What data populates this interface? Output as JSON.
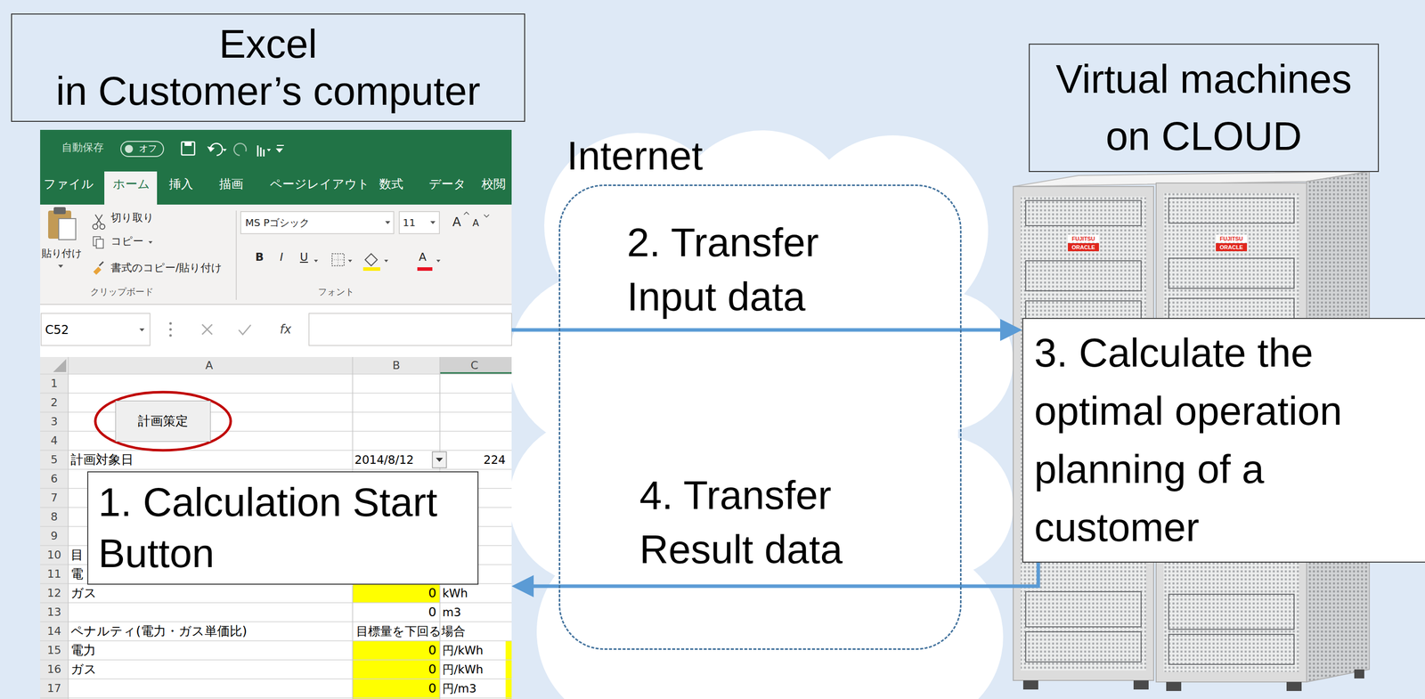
{
  "diagram": {
    "nodes": [
      {
        "text": [
          "Excel in Customer’s computer"
        ]
      },
      {
        "text": [
          "自動保存",
          "オフ",
          "ファイル",
          "ホーム",
          "挿入",
          "描画",
          "ページレイアウト",
          "数式",
          "データ",
          "校閲",
          "切り取り",
          "コピー",
          "貼り付け",
          "書式のコピー/貼り付け",
          "MS Pゴシック",
          "11",
          "A",
          "A",
          "B",
          "I",
          "U",
          "A",
          "クリップボード",
          "フォント",
          "C52",
          "fx",
          "A",
          "B",
          "C",
          "1",
          "2",
          "3",
          "4",
          "5",
          "6",
          "7",
          "8",
          "9",
          "10",
          "11",
          "12",
          "13",
          "14",
          "15",
          "16",
          "17",
          "計画対象日",
          "2014/8/12",
          "224",
          "目",
          "電",
          "ガス",
          "0",
          "kWh",
          "0",
          "m3",
          "ペナルティ(電力・ガス単価比)",
          "目標量を下回る場合",
          "電力",
          "0",
          "円/kWh",
          "ガス",
          "0",
          "円/kWh",
          "0",
          "円/m3"
        ]
      },
      {
        "text": [
          "計画策定"
        ],
        "in": 1
      },
      {
        "text": [
          "1. Calculation Start Button"
        ],
        "in": 1
      },
      {
        "text": [
          "Internet"
        ]
      },
      {
        "text": [
          "Virtual machines on CLOUD"
        ]
      },
      {
        "text": [
          "3. Calculate the optimal operation planning of a customer"
        ]
      }
    ],
    "edges": [
      {
        "from": 1,
        "to": 6,
        "label": "2. Transfer Input data",
        "arrow": "to"
      },
      {
        "from": 6,
        "to": 1,
        "label": "4. Transfer Result data",
        "arrow": "to"
      }
    ],
    "labels": [
      "FUJITSU",
      "ORACLE",
      "FUJITSU",
      "ORACLE"
    ]
  }
}
